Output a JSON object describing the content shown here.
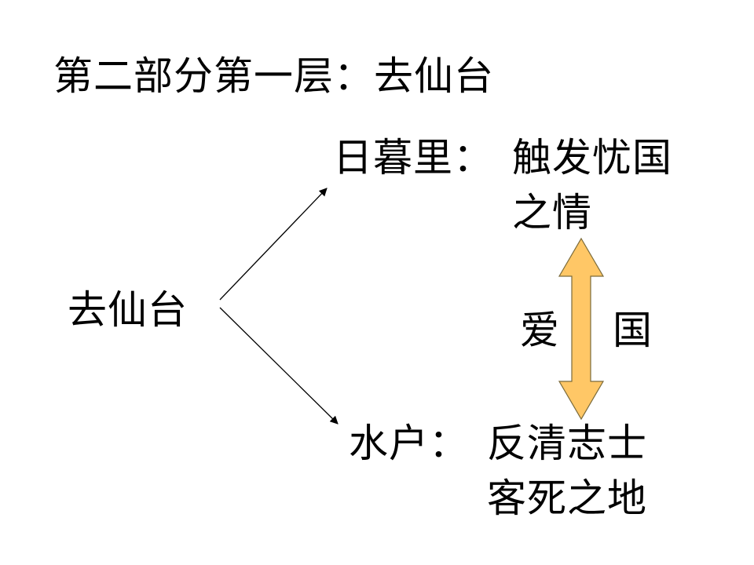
{
  "slide": {
    "title": "第二部分第一层：去仙台"
  },
  "diagram": {
    "root": "去仙台",
    "top_branch": {
      "head": "日暮里：",
      "line1": "触发忧国",
      "line2": "之情"
    },
    "bottom_branch": {
      "head": "水户：",
      "line1": "反清志士",
      "line2": "客死之地"
    },
    "link_left": "爱",
    "link_right": "国",
    "colors": {
      "double_arrow_fill": "#FFC766",
      "double_arrow_stroke": "#7A6A3A",
      "connector_stroke": "#000000"
    }
  }
}
